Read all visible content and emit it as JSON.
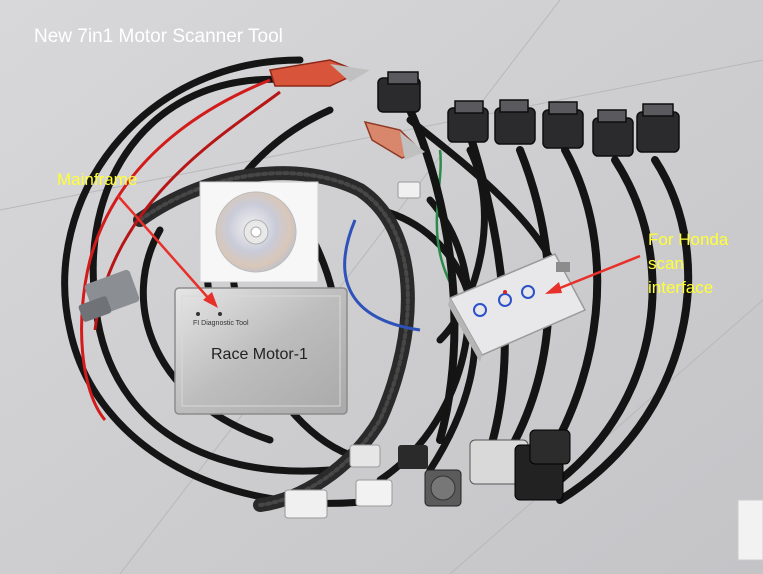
{
  "overlay": {
    "title": "New 7in1 Motor Scanner Tool",
    "mainframe_label": "Mainframe",
    "honda_label": "For Honda\nscan\ninterface"
  },
  "device": {
    "name": "Race Motor-1",
    "caption": "FI Diagnostic Tool"
  },
  "colors": {
    "annotation_text": "#ffff33",
    "title_text": "#ffffff",
    "arrow": "#e8302a",
    "floor": "#cfcfd1"
  }
}
